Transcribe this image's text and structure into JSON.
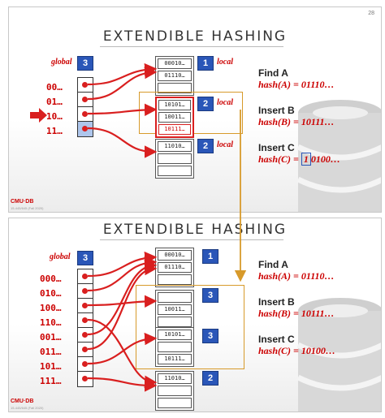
{
  "slide1": {
    "page_number": "28",
    "title": "EXTENDIBLE HASHING",
    "global_label": "global",
    "global_depth": "3",
    "local_label": "local",
    "directory": [
      "00…",
      "01…",
      "10…",
      "11…"
    ],
    "buckets": [
      {
        "depth": "1",
        "entries": [
          "00010…",
          "01110…",
          ""
        ]
      },
      {
        "depth": "2",
        "entries": [
          "10101…",
          "10011…",
          "10111…"
        ]
      },
      {
        "depth": "2",
        "entries": [
          "11010…",
          "",
          ""
        ]
      }
    ],
    "ops": [
      {
        "label": "Find A",
        "hash_prefix": "hash(A) = ",
        "hash_value": "01110…"
      },
      {
        "label": "Insert B",
        "hash_prefix": "hash(B) = ",
        "hash_value": "10111…"
      },
      {
        "label": "Insert C",
        "hash_prefix": "hash(C) = ",
        "hash_value_highlight": "1",
        "hash_value_rest": "0100…"
      }
    ],
    "logo": "CMU·DB",
    "course": "15-445/645 (Fall 2020)"
  },
  "slide2": {
    "title": "EXTENDIBLE HASHING",
    "global_label": "global",
    "global_depth": "3",
    "directory": [
      "000…",
      "010…",
      "100…",
      "110…",
      "001…",
      "011…",
      "101…",
      "111…"
    ],
    "buckets": [
      {
        "depth": "1",
        "entries": [
          "00010…",
          "01110…",
          ""
        ]
      },
      {
        "depth": "3",
        "entries": [
          "",
          "10011…",
          ""
        ]
      },
      {
        "depth": "3",
        "entries": [
          "10101…",
          "",
          "10111…"
        ]
      },
      {
        "depth": "2",
        "entries": [
          "11010…",
          "",
          ""
        ]
      }
    ],
    "ops": [
      {
        "label": "Find A",
        "hash_prefix": "hash(A) = ",
        "hash_value": "01110…"
      },
      {
        "label": "Insert B",
        "hash_prefix": "hash(B) = ",
        "hash_value": "10111…"
      },
      {
        "label": "Insert C",
        "hash_prefix": "hash(C) = ",
        "hash_value": "10100…"
      }
    ],
    "logo": "CMU·DB",
    "course": "15-445/645 (Fall 2020)"
  },
  "colors": {
    "accent_red": "#d91f1f",
    "depth_blue": "#2a56b8",
    "highlight_orange": "#d79a2b"
  }
}
